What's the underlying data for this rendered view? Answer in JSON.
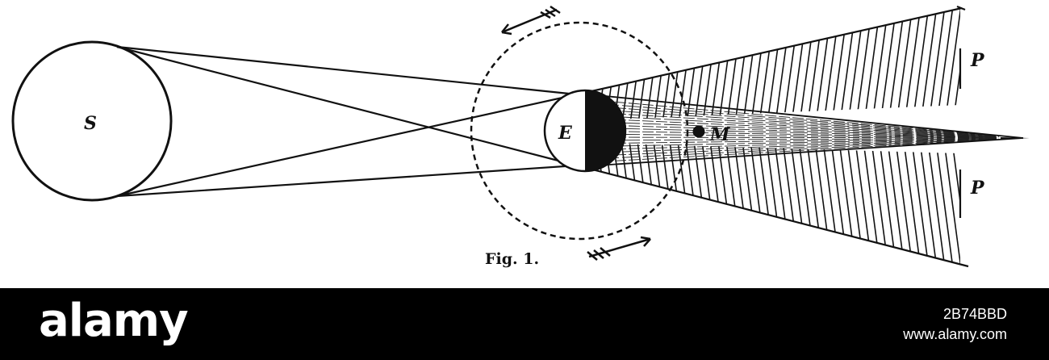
{
  "diagram": {
    "labels": {
      "sun": "S",
      "earth": "E",
      "moon": "M",
      "penumbra_upper": "P",
      "penumbra_lower": "P"
    },
    "caption": "Fig. 1.",
    "colors": {
      "ink": "#111111",
      "paper": "#ffffff"
    }
  },
  "watermark": {
    "logo": "alamy",
    "image_id": "2B74BBD",
    "url": "www.alamy.com",
    "background": "#000000"
  }
}
